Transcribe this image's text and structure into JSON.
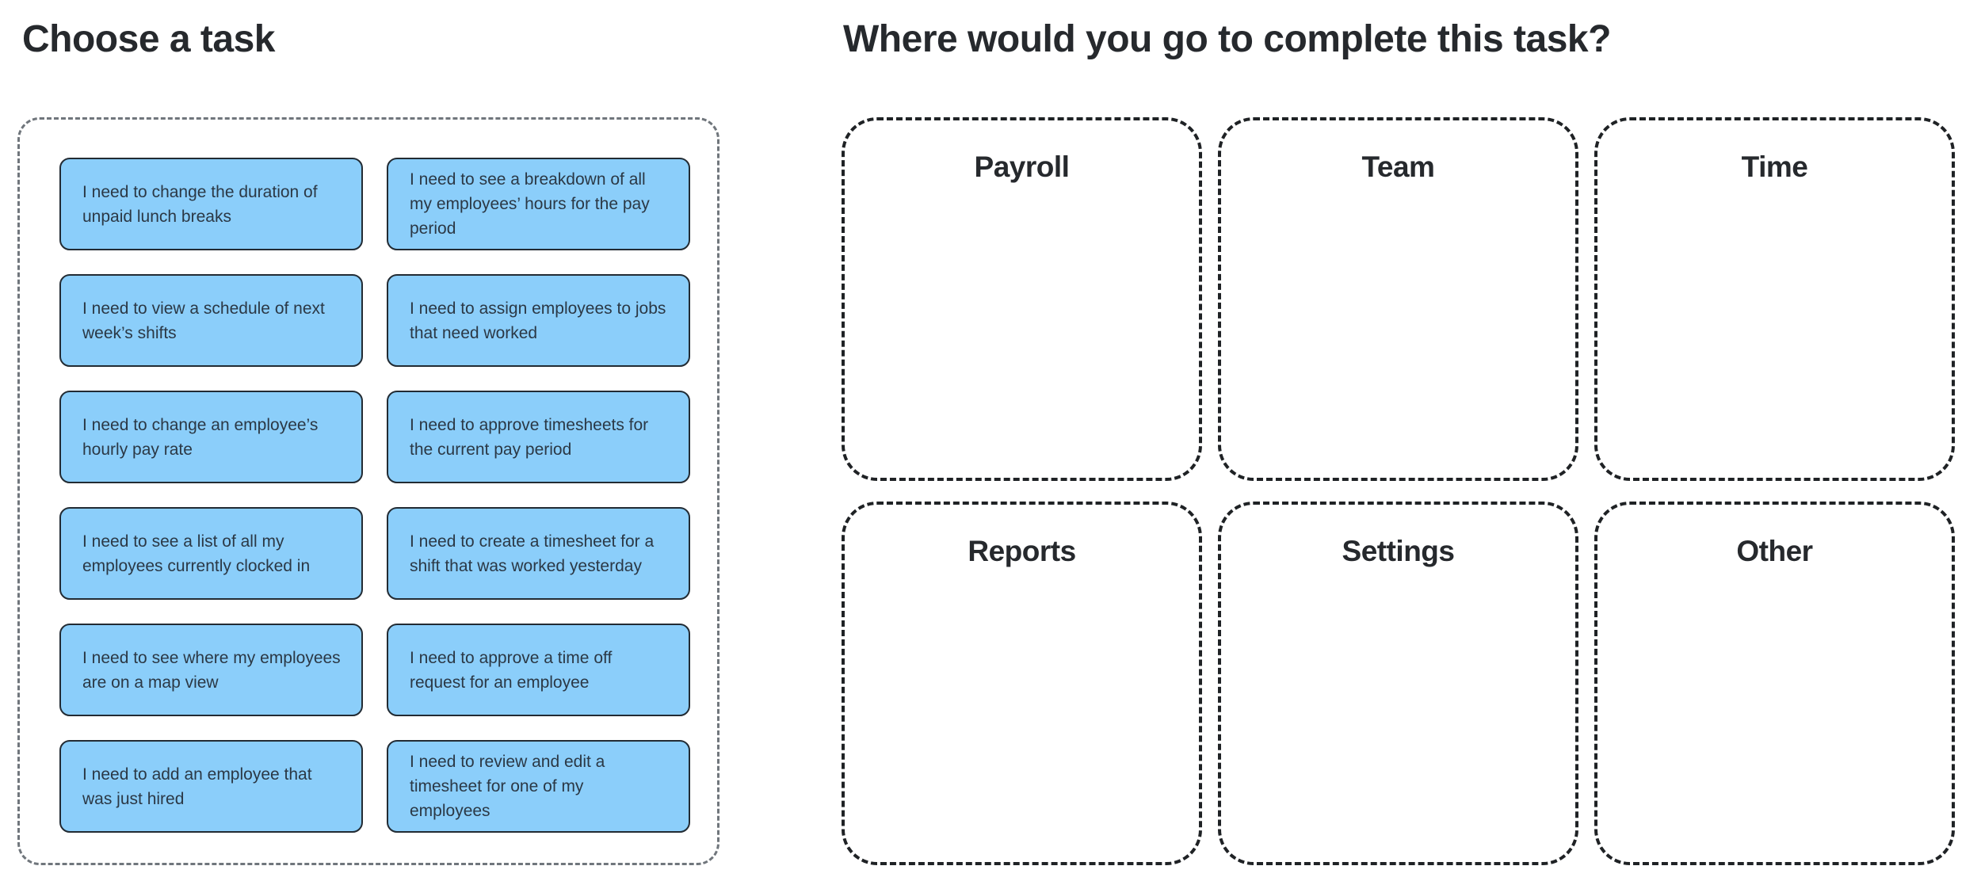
{
  "left_panel": {
    "title": "Choose a task",
    "tasks": [
      "I need to change the duration of unpaid lunch breaks",
      "I need to see a breakdown of all my employees’ hours for the pay period",
      "I need to view a schedule of next week’s shifts",
      "I need to assign employees to jobs that need worked",
      "I need to change an employee’s hourly pay rate",
      "I need to approve timesheets for the current pay period",
      "I need to see a list of all my employees currently clocked in",
      "I need to create a timesheet for a shift that was worked yesterday",
      "I need to see where my employees are on a map view",
      "I need to approve a time off request for an employee",
      "I need to add an employee that was just hired",
      "I need to review and edit a timesheet for one of my employees"
    ]
  },
  "right_panel": {
    "title": "Where would you go to complete this task?",
    "categories": [
      "Payroll",
      "Team",
      "Time",
      "Reports",
      "Settings",
      "Other"
    ]
  },
  "colors": {
    "card_fill": "#8bcefa",
    "card_border": "#222b33",
    "card_text": "#2b3845",
    "heading_text": "#26292d",
    "pool_dash": "#70767c",
    "category_dash": "#1f2225"
  }
}
